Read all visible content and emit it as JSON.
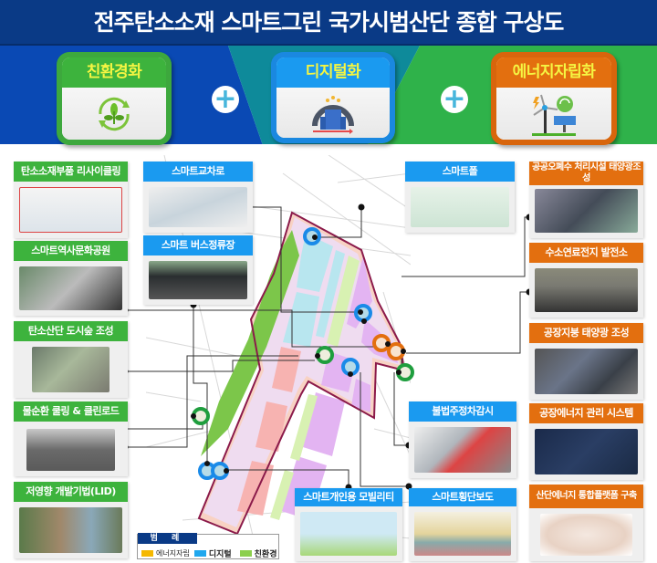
{
  "title": "전주탄소소재 스마트그린 국가시범산단 종합 구상도",
  "pillars": [
    {
      "label": "친환경화",
      "icon": "sprout-recycle-icon",
      "color": "#3db33d"
    },
    {
      "label": "디지털화",
      "icon": "gear-building-icon",
      "color": "#1a9af0"
    },
    {
      "label": "에너지자립화",
      "icon": "wind-solar-icon",
      "color": "#e36f0f"
    }
  ],
  "plus_symbol": "+",
  "cards_left": [
    {
      "label": "탄소소재부품 리사이클링",
      "category": "친환경"
    },
    {
      "label": "스마트역사문화공원",
      "category": "친환경"
    },
    {
      "label": "탄소산단 도시숲 조성",
      "category": "친환경"
    },
    {
      "label": "물순환 쿨링 & 클린로드",
      "category": "친환경"
    },
    {
      "label": "저영향 개발기법(LID)",
      "category": "친환경"
    }
  ],
  "cards_mid": [
    {
      "label": "스마트교차로",
      "category": "디지털"
    },
    {
      "label": "스마트 버스정류장",
      "category": "디지털"
    },
    {
      "label": "스마트폴",
      "category": "디지털"
    },
    {
      "label": "불법주정차감시",
      "category": "디지털"
    },
    {
      "label": "스마트개인용 모빌리티",
      "category": "디지털"
    },
    {
      "label": "스마트횡단보도",
      "category": "디지털"
    }
  ],
  "cards_right": [
    {
      "label": "공공오폐수 처리시설 태양광조성",
      "category": "에너지자립"
    },
    {
      "label": "수소연료전지 발전소",
      "category": "에너지자립"
    },
    {
      "label": "공장지붕 태양광 조성",
      "category": "에너지자립"
    },
    {
      "label": "공장에너지 관리 시스템",
      "category": "에너지자립"
    },
    {
      "label": "산단에너지 통합플랫폼 구축",
      "category": "에너지자립"
    }
  ],
  "legend": {
    "title": "범 례",
    "items": [
      {
        "label": "에너지자립",
        "color": "#f5b800"
      },
      {
        "label": "디지털",
        "color": "#1fa7ee"
      },
      {
        "label": "친환경",
        "color": "#8ccf4d"
      }
    ]
  },
  "colors": {
    "header": "#0a3a86",
    "green": "#3db33d",
    "blue": "#1a9af0",
    "orange": "#e36f0f",
    "boundary": "#8b1a4a"
  }
}
